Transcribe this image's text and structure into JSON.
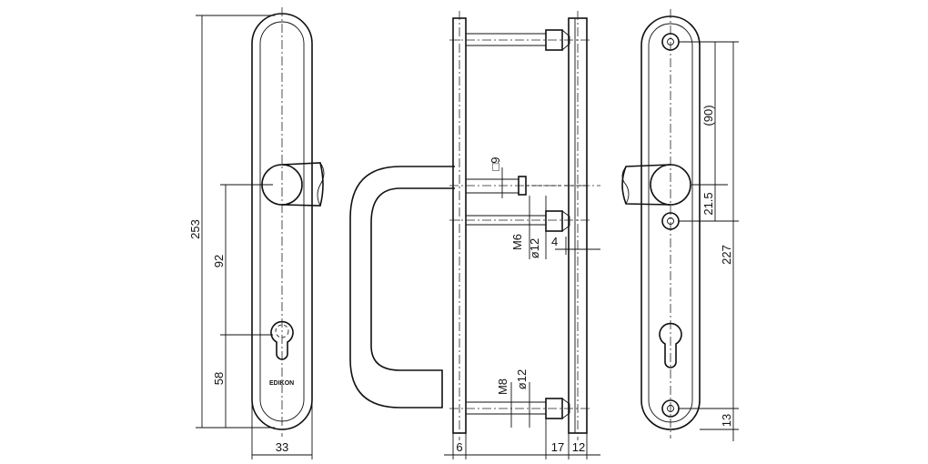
{
  "dimensions": {
    "plate_height": "253",
    "handle_to_cylinder": "92",
    "cylinder_to_bottom": "58",
    "plate_width": "33",
    "square_spindle": "□9",
    "thread_m6": "M6",
    "bolt_dia_12_upper": "ø12",
    "offset_4": "4",
    "thread_m8": "M8",
    "bolt_dia_12_lower": "ø12",
    "plate_thickness": "6",
    "dist_17": "17",
    "plate_thickness_back": "12",
    "hole_spacing_90": "(90)",
    "offset_21_5": "21.5",
    "hole_to_bottom_227": "227",
    "bottom_hole_13": "13"
  },
  "plate_brand": "EDIKON"
}
